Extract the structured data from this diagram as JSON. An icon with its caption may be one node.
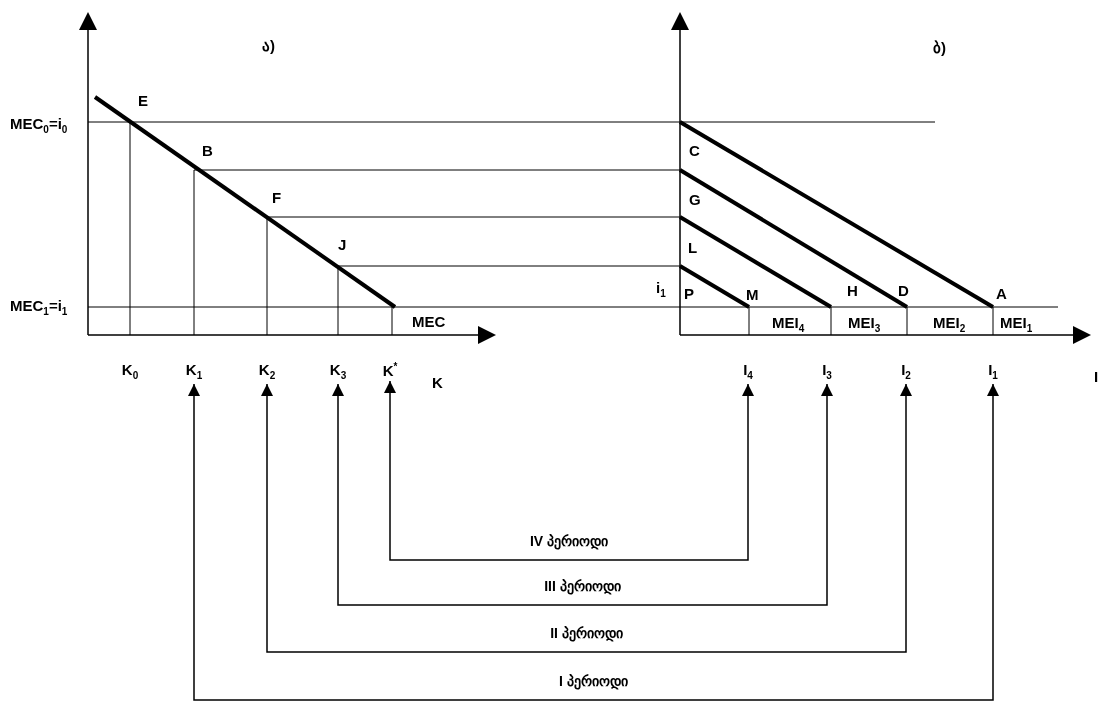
{
  "diagram": {
    "nodes": [
      {
        "text": [
          "K$_{0}$"
        ]
      },
      {
        "text": [
          "K$_{1}$"
        ]
      },
      {
        "text": [
          "K$_{2}$"
        ]
      },
      {
        "text": [
          "K$_{3}$"
        ]
      },
      {
        "text": [
          "K$^{*}$"
        ]
      },
      {
        "text": [
          "I$_{4}$"
        ]
      },
      {
        "text": [
          "I$_{3}$"
        ]
      },
      {
        "text": [
          "I$_{2}$"
        ]
      },
      {
        "text": [
          "I$_{1}$"
        ]
      }
    ],
    "edges": [
      {
        "from": 4,
        "to": 5,
        "arrow": "both",
        "label": "IV პერიოდი"
      },
      {
        "from": 3,
        "to": 6,
        "arrow": "both",
        "label": "III პერიოდი"
      },
      {
        "from": 2,
        "to": 7,
        "arrow": "both",
        "label": "II პერიოდი"
      },
      {
        "from": 1,
        "to": 8,
        "arrow": "both",
        "label": "I პერიოდი"
      }
    ],
    "labels": [
      "ა)",
      "ბ)",
      "E",
      "MEC$_{0}$=i$_{0}$",
      "B",
      "C",
      "F",
      "G",
      "J",
      "L",
      "i$_{1}$",
      "P",
      "M",
      "H",
      "D",
      "A",
      "MEC$_{1}$=i$_{1}$",
      "MEC",
      "MEI$_{4}$",
      "MEI$_{3}$",
      "MEI$_{2}$",
      "MEI$_{1}$",
      "K",
      "I"
    ]
  }
}
